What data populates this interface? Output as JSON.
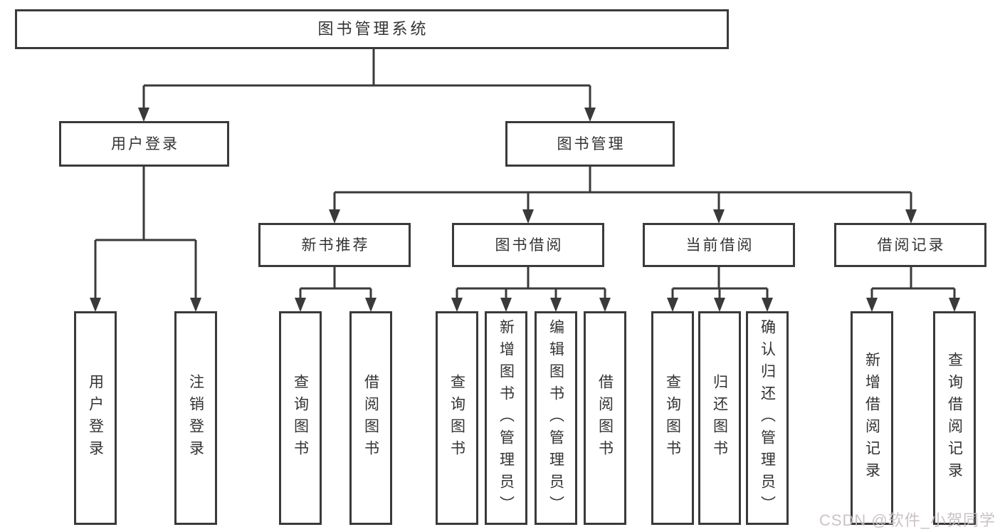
{
  "tree": {
    "root": "图书管理系统",
    "branches": [
      {
        "label": "用户登录",
        "children": [
          "用户登录",
          "注销登录"
        ]
      },
      {
        "label": "图书管理",
        "sections": [
          {
            "label": "新书推荐",
            "children": [
              "查询图书",
              "借阅图书"
            ]
          },
          {
            "label": "图书借阅",
            "children": [
              "查询图书",
              "新增图书（管理员）",
              "编辑图书（管理员）",
              "借阅图书"
            ]
          },
          {
            "label": "当前借阅",
            "children": [
              "查询图书",
              "归还图书",
              "确认归还（管理员）"
            ]
          },
          {
            "label": "借阅记录",
            "children": [
              "新增借阅记录",
              "查询借阅记录"
            ]
          }
        ]
      }
    ]
  },
  "watermark": {
    "text": "CSDN @软件_小贺同学"
  },
  "colors": {
    "line": "#3a3a3a",
    "box_border": "#3a3a3a",
    "box_fill": "#ffffff",
    "text": "#333333",
    "watermark": "#c6bebe",
    "background": "#ffffff"
  }
}
